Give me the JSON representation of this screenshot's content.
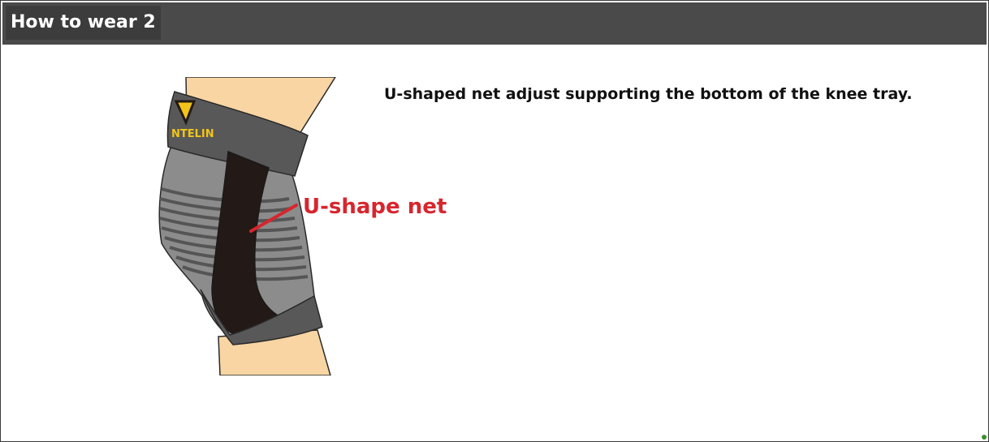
{
  "header": {
    "title": "How to wear 2"
  },
  "illustration": {
    "brand_text": "NTELIN",
    "callout_label": "U-shape net"
  },
  "caption": {
    "text": "U-shaped net adjust supporting the bottom of the knee tray."
  },
  "colors": {
    "header_bg": "#4a4a4a",
    "title_bg": "#3c3c3c",
    "callout_red": "#d7262e",
    "skin": "#f8d5a3",
    "sleeve_gray": "#8c8c8c",
    "band_dark": "#585858",
    "net_black": "#231916",
    "logo_yellow": "#f2c41a"
  }
}
